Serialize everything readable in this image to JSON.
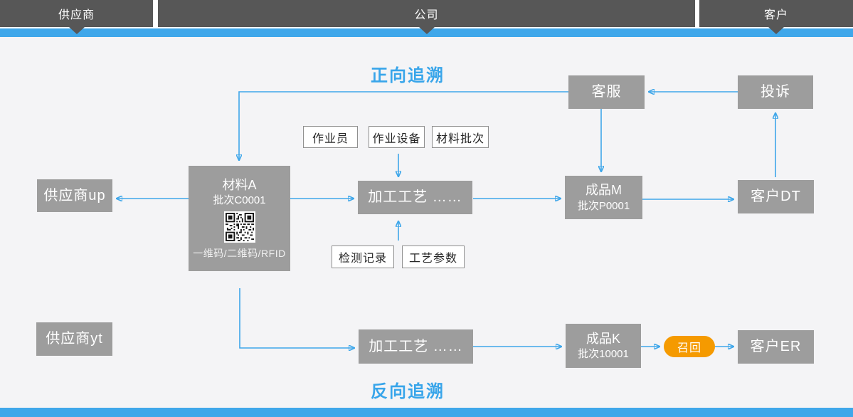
{
  "colors": {
    "accent_blue": "#3fa7ea",
    "header_gray": "#575757",
    "node_gray": "#9d9d9d",
    "recall_orange": "#f59a00",
    "background": "#f4f4f6"
  },
  "header": {
    "sections": [
      {
        "label": "供应商"
      },
      {
        "label": "公司"
      },
      {
        "label": "客户"
      }
    ]
  },
  "titles": {
    "forward": "正向追溯",
    "backward": "反向追溯"
  },
  "nodes": {
    "service": "客服",
    "complaint": "投诉",
    "supplier_up": "供应商up",
    "material_a": {
      "name": "材料A",
      "batch": "批次C0001",
      "caption": "一维码/二维码/RFID"
    },
    "process_top": "加工工艺  ……",
    "product_m": {
      "name": "成品M",
      "batch": "批次P0001"
    },
    "customer_dt": "客户DT",
    "supplier_yt": "供应商yt",
    "process_bottom": "加工工艺  ……",
    "product_k": {
      "name": "成品K",
      "batch": "批次10001"
    },
    "recall": "召回",
    "customer_er": "客户ER"
  },
  "tags": {
    "operator": "作业员",
    "equipment": "作业设备",
    "material_batch": "材料批次",
    "inspection": "检测记录",
    "process_params": "工艺参数"
  }
}
